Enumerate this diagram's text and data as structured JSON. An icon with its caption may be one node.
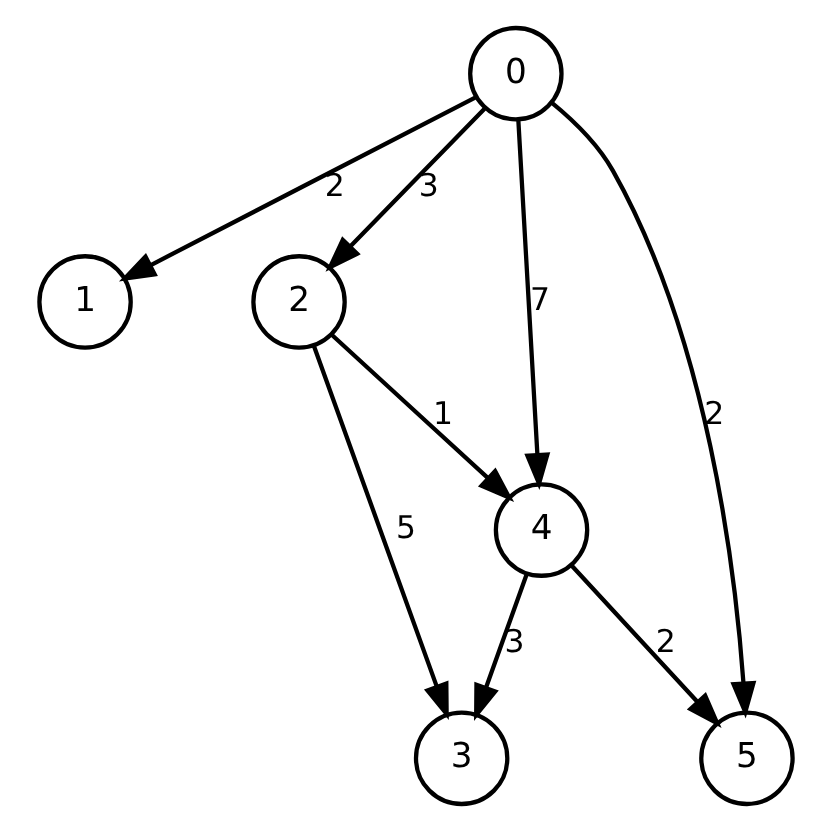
{
  "diagram": {
    "nodes": [
      {
        "text": [
          "0"
        ]
      },
      {
        "text": [
          "1"
        ]
      },
      {
        "text": [
          "2"
        ]
      },
      {
        "text": [
          "3"
        ]
      },
      {
        "text": [
          "4"
        ]
      },
      {
        "text": [
          "5"
        ]
      }
    ],
    "edges": [
      {
        "from": 0,
        "to": 1,
        "arrow": "to",
        "label": "2"
      },
      {
        "from": 0,
        "to": 5,
        "arrow": "to",
        "label": "2"
      },
      {
        "from": 0,
        "to": 4,
        "arrow": "to",
        "label": "7"
      },
      {
        "from": 0,
        "to": 2,
        "arrow": "to",
        "label": "3"
      },
      {
        "from": 2,
        "to": 4,
        "arrow": "to",
        "label": "1"
      },
      {
        "from": 2,
        "to": 3,
        "arrow": "to",
        "label": "5"
      },
      {
        "from": 4,
        "to": 5,
        "arrow": "to",
        "label": "2"
      },
      {
        "from": 4,
        "to": 3,
        "arrow": "to",
        "label": "3"
      }
    ]
  }
}
